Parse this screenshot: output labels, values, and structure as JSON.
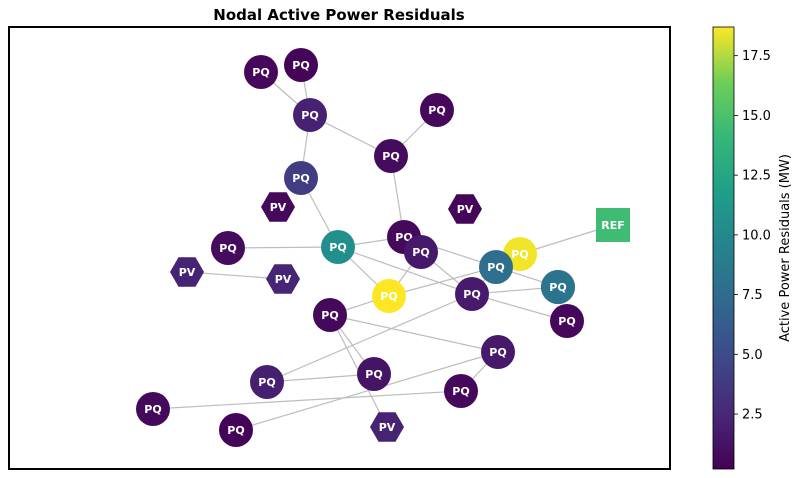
{
  "chart_data": {
    "type": "network",
    "title": "Nodal Active Power Residuals",
    "colorbar": {
      "label": "Active Power Residuals (MW)",
      "colormap": "viridis",
      "range": [
        0.2,
        18.7
      ],
      "ticks": [
        2.5,
        5.0,
        7.5,
        10.0,
        12.5,
        15.0,
        17.5
      ],
      "tick_labels": [
        "2.5",
        "5.0",
        "7.5",
        "10.0",
        "12.5",
        "15.0",
        "17.5"
      ]
    },
    "nodes": [
      {
        "id": "n1",
        "type": "PQ",
        "value": 0.6
      },
      {
        "id": "n2",
        "type": "PQ",
        "value": 0.4
      },
      {
        "id": "n3",
        "type": "PQ",
        "value": 2.1
      },
      {
        "id": "n4",
        "type": "PQ",
        "value": 0.6
      },
      {
        "id": "n5",
        "type": "PQ",
        "value": 0.8
      },
      {
        "id": "n6",
        "type": "PQ",
        "value": 4.0
      },
      {
        "id": "n7",
        "type": "PV",
        "value": 0.6
      },
      {
        "id": "n8",
        "type": "PV",
        "value": 0.5
      },
      {
        "id": "n9",
        "type": "PQ",
        "value": 0.8
      },
      {
        "id": "n10",
        "type": "PQ",
        "value": 10.5
      },
      {
        "id": "n11",
        "type": "PQ",
        "value": 0.7
      },
      {
        "id": "n12",
        "type": "PQ",
        "value": 1.6
      },
      {
        "id": "n13",
        "type": "PQ",
        "value": 18.5
      },
      {
        "id": "n14",
        "type": "REF",
        "value": 14.5
      },
      {
        "id": "n15",
        "type": "PV",
        "value": 2.2
      },
      {
        "id": "n16",
        "type": "PV",
        "value": 2.3
      },
      {
        "id": "n17",
        "type": "PQ",
        "value": 7.8
      },
      {
        "id": "n18",
        "type": "PQ",
        "value": 18.7
      },
      {
        "id": "n19",
        "type": "PQ",
        "value": 2.1
      },
      {
        "id": "n20",
        "type": "PQ",
        "value": 8.2
      },
      {
        "id": "n21",
        "type": "PQ",
        "value": 0.6
      },
      {
        "id": "n22",
        "type": "PQ",
        "value": 0.7
      },
      {
        "id": "n23",
        "type": "PQ",
        "value": 1.6
      },
      {
        "id": "n24",
        "type": "PQ",
        "value": 1.7
      },
      {
        "id": "n25",
        "type": "PQ",
        "value": 2.0
      },
      {
        "id": "n26",
        "type": "PQ",
        "value": 1.3
      },
      {
        "id": "n27",
        "type": "PQ",
        "value": 0.6
      },
      {
        "id": "n28",
        "type": "PQ",
        "value": 0.7
      },
      {
        "id": "n29",
        "type": "PQ",
        "value": 0.4
      },
      {
        "id": "n30",
        "type": "PV",
        "value": 2.2
      }
    ],
    "edges": [
      [
        "n1",
        "n3"
      ],
      [
        "n2",
        "n3"
      ],
      [
        "n3",
        "n6"
      ],
      [
        "n3",
        "n5"
      ],
      [
        "n4",
        "n5"
      ],
      [
        "n6",
        "n10"
      ],
      [
        "n5",
        "n11"
      ],
      [
        "n10",
        "n9"
      ],
      [
        "n10",
        "n11"
      ],
      [
        "n10",
        "n18"
      ],
      [
        "n10",
        "n24"
      ],
      [
        "n15",
        "n16"
      ],
      [
        "n11",
        "n12"
      ],
      [
        "n12",
        "n18"
      ],
      [
        "n12",
        "n24"
      ],
      [
        "n11",
        "n19"
      ],
      [
        "n17",
        "n13"
      ],
      [
        "n13",
        "n14"
      ],
      [
        "n17",
        "n18"
      ],
      [
        "n17",
        "n24"
      ],
      [
        "n24",
        "n20"
      ],
      [
        "n24",
        "n21"
      ],
      [
        "n24",
        "n25"
      ],
      [
        "n18",
        "n22"
      ],
      [
        "n22",
        "n23"
      ],
      [
        "n23",
        "n27"
      ],
      [
        "n23",
        "n29"
      ],
      [
        "n22",
        "n26"
      ],
      [
        "n22",
        "n30"
      ],
      [
        "n26",
        "n25"
      ],
      [
        "n27",
        "n28"
      ]
    ]
  }
}
